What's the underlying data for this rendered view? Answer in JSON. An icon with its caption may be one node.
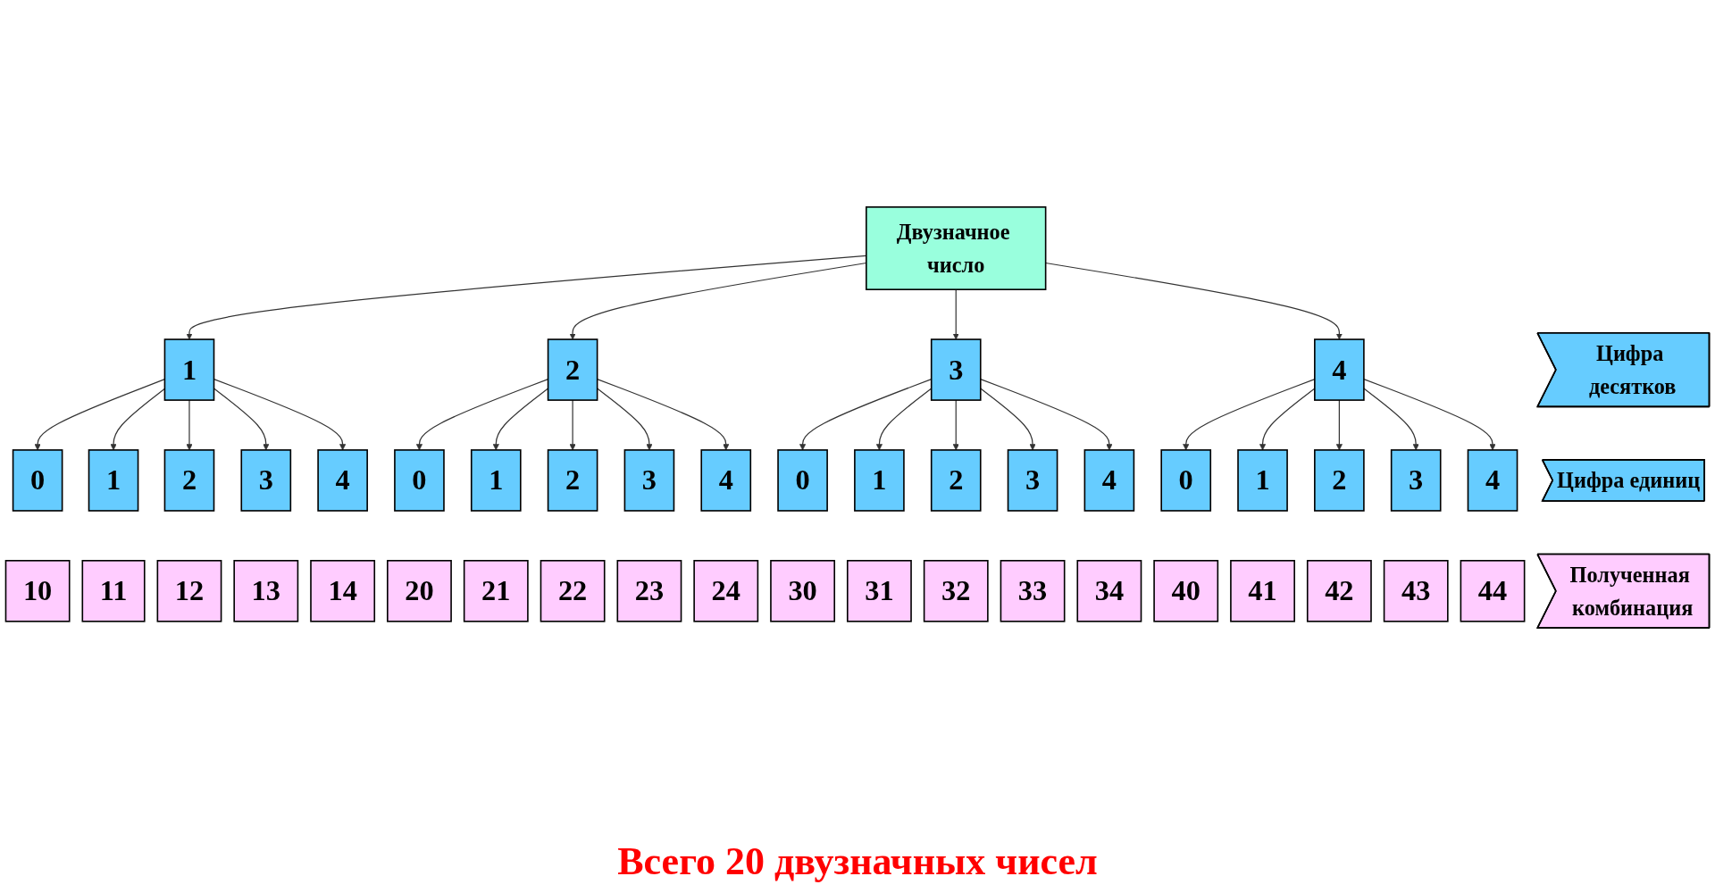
{
  "diagram": {
    "nodes": [
      {
        "text": [
          "Двузначное число"
        ]
      },
      {
        "text": [
          "Цифра десятков"
        ]
      },
      {
        "text": [
          "Цифра единиц"
        ]
      },
      {
        "text": [
          "Полученная комбинация"
        ]
      },
      {
        "text": [
          "1"
        ]
      },
      {
        "text": [
          "2"
        ]
      },
      {
        "text": [
          "3"
        ]
      },
      {
        "text": [
          "4"
        ]
      },
      {
        "text": [
          "0"
        ]
      },
      {
        "text": [
          "1"
        ]
      },
      {
        "text": [
          "2"
        ]
      },
      {
        "text": [
          "3"
        ]
      },
      {
        "text": [
          "4"
        ]
      },
      {
        "text": [
          "0"
        ]
      },
      {
        "text": [
          "1"
        ]
      },
      {
        "text": [
          "2"
        ]
      },
      {
        "text": [
          "3"
        ]
      },
      {
        "text": [
          "4"
        ]
      },
      {
        "text": [
          "0"
        ]
      },
      {
        "text": [
          "1"
        ]
      },
      {
        "text": [
          "2"
        ]
      },
      {
        "text": [
          "3"
        ]
      },
      {
        "text": [
          "4"
        ]
      },
      {
        "text": [
          "0"
        ]
      },
      {
        "text": [
          "1"
        ]
      },
      {
        "text": [
          "2"
        ]
      },
      {
        "text": [
          "3"
        ]
      },
      {
        "text": [
          "4"
        ]
      },
      {
        "text": [
          "10"
        ]
      },
      {
        "text": [
          "11"
        ]
      },
      {
        "text": [
          "12"
        ]
      },
      {
        "text": [
          "13"
        ]
      },
      {
        "text": [
          "14"
        ]
      },
      {
        "text": [
          "20"
        ]
      },
      {
        "text": [
          "21"
        ]
      },
      {
        "text": [
          "22"
        ]
      },
      {
        "text": [
          "23"
        ]
      },
      {
        "text": [
          "24"
        ]
      },
      {
        "text": [
          "30"
        ]
      },
      {
        "text": [
          "31"
        ]
      },
      {
        "text": [
          "32"
        ]
      },
      {
        "text": [
          "33"
        ]
      },
      {
        "text": [
          "34"
        ]
      },
      {
        "text": [
          "40"
        ]
      },
      {
        "text": [
          "41"
        ]
      },
      {
        "text": [
          "42"
        ]
      },
      {
        "text": [
          "43"
        ]
      },
      {
        "text": [
          "44"
        ]
      }
    ],
    "edges": [
      {
        "from": 0,
        "to": 4,
        "arrow": "to"
      },
      {
        "from": 0,
        "to": 5,
        "arrow": "to"
      },
      {
        "from": 0,
        "to": 6,
        "arrow": "to"
      },
      {
        "from": 0,
        "to": 7,
        "arrow": "to"
      },
      {
        "from": 4,
        "to": 8,
        "arrow": "to"
      },
      {
        "from": 4,
        "to": 9,
        "arrow": "to"
      },
      {
        "from": 4,
        "to": 10,
        "arrow": "to"
      },
      {
        "from": 4,
        "to": 11,
        "arrow": "to"
      },
      {
        "from": 4,
        "to": 12,
        "arrow": "to"
      },
      {
        "from": 5,
        "to": 13,
        "arrow": "to"
      },
      {
        "from": 5,
        "to": 14,
        "arrow": "to"
      },
      {
        "from": 5,
        "to": 15,
        "arrow": "to"
      },
      {
        "from": 5,
        "to": 16,
        "arrow": "to"
      },
      {
        "from": 5,
        "to": 17,
        "arrow": "to"
      },
      {
        "from": 6,
        "to": 18,
        "arrow": "to"
      },
      {
        "from": 6,
        "to": 19,
        "arrow": "to"
      },
      {
        "from": 6,
        "to": 20,
        "arrow": "to"
      },
      {
        "from": 6,
        "to": 21,
        "arrow": "to"
      },
      {
        "from": 6,
        "to": 22,
        "arrow": "to"
      },
      {
        "from": 7,
        "to": 23,
        "arrow": "to"
      },
      {
        "from": 7,
        "to": 24,
        "arrow": "to"
      },
      {
        "from": 7,
        "to": 25,
        "arrow": "to"
      },
      {
        "from": 7,
        "to": 26,
        "arrow": "to"
      },
      {
        "from": 7,
        "to": 27,
        "arrow": "to"
      }
    ],
    "labels": [
      "Всего 20 двузначных чисел"
    ]
  }
}
